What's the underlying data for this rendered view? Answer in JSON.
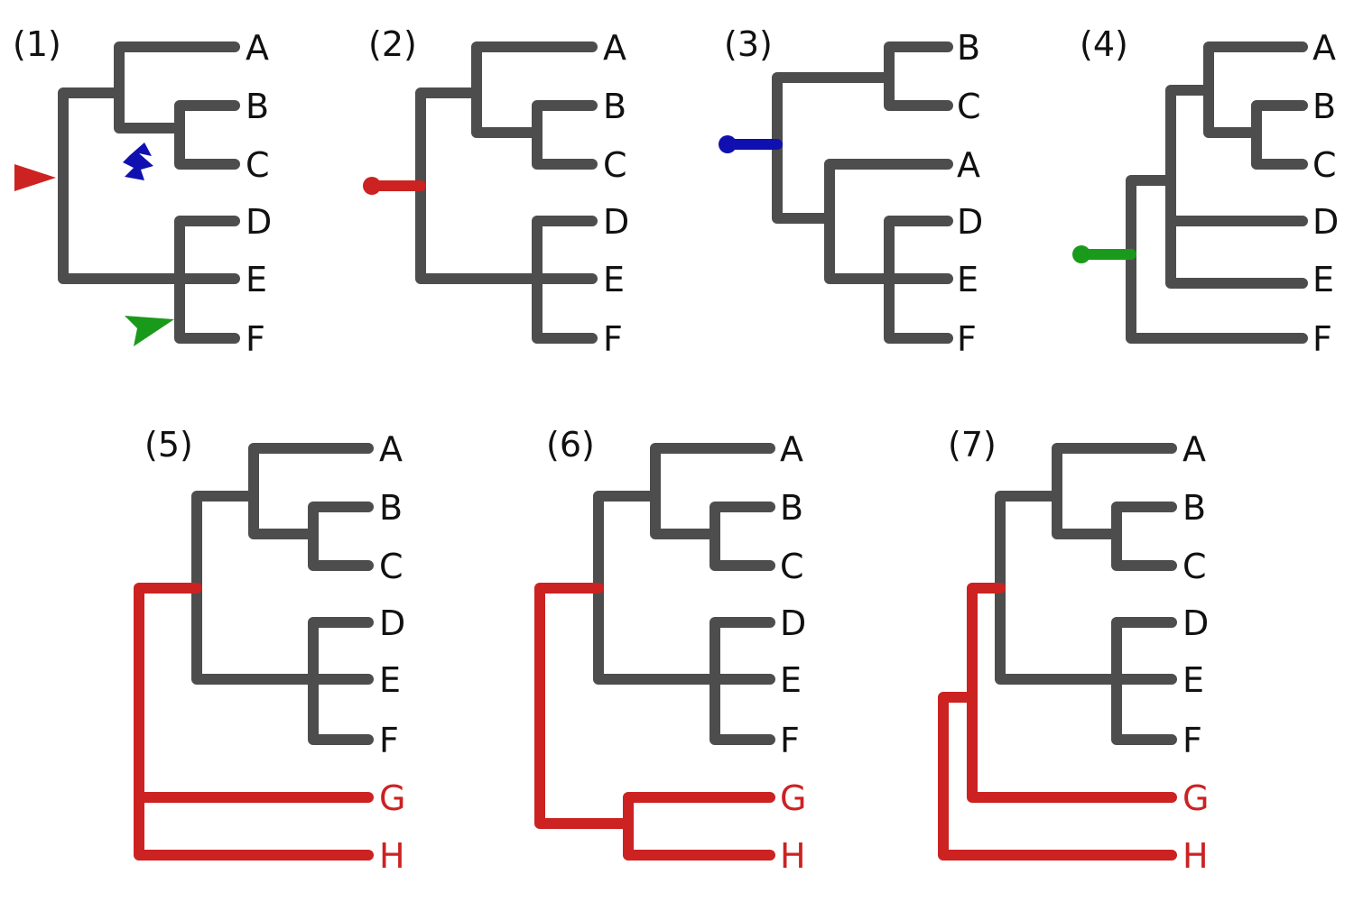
{
  "colors": {
    "branch": "#4d4d4d",
    "red": "#cc2222",
    "blue": "#1010b0",
    "green": "#1a9a1a",
    "label": "#111111"
  },
  "panels": [
    {
      "id": "1",
      "label": "(1)",
      "tips": [
        "A",
        "B",
        "C",
        "D",
        "E",
        "F"
      ]
    },
    {
      "id": "2",
      "label": "(2)",
      "tips": [
        "A",
        "B",
        "C",
        "D",
        "E",
        "F"
      ]
    },
    {
      "id": "3",
      "label": "(3)",
      "tips": [
        "B",
        "C",
        "A",
        "D",
        "E",
        "F"
      ]
    },
    {
      "id": "4",
      "label": "(4)",
      "tips": [
        "A",
        "B",
        "C",
        "D",
        "E",
        "F"
      ]
    },
    {
      "id": "5",
      "label": "(5)",
      "tips": [
        "A",
        "B",
        "C",
        "D",
        "E",
        "F",
        "G",
        "H"
      ]
    },
    {
      "id": "6",
      "label": "(6)",
      "tips": [
        "A",
        "B",
        "C",
        "D",
        "E",
        "F",
        "G",
        "H"
      ]
    },
    {
      "id": "7",
      "label": "(7)",
      "tips": [
        "A",
        "B",
        "C",
        "D",
        "E",
        "F",
        "G",
        "H"
      ]
    }
  ]
}
